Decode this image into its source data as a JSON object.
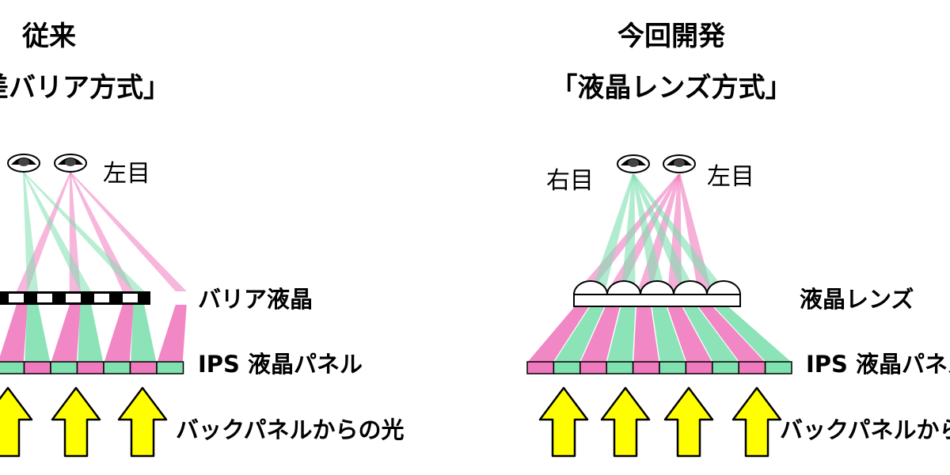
{
  "left_panel": {
    "title_line1": "従来",
    "title_line2": "「視差バリア方式」",
    "eye_label_left": "左目",
    "barrier_label": "バリア液晶",
    "ips_label": "IPS 液晶パネル",
    "light_label": "バックパネルからの光"
  },
  "right_panel": {
    "title_line1": "今回開発",
    "title_line2": "「液晶レンズ方式」",
    "eye_label_right": "右目",
    "eye_label_left": "左目",
    "lens_label": "液晶レンズ",
    "ips_label": "IPS 液晶パネル",
    "light_label": "バックパネルからの光"
  },
  "colors": {
    "right_eye_pixel": "#7FE0B0",
    "left_eye_pixel": "#F07ABE",
    "arrow_fill": "#FFFF00",
    "barrier_black": "#000000"
  }
}
